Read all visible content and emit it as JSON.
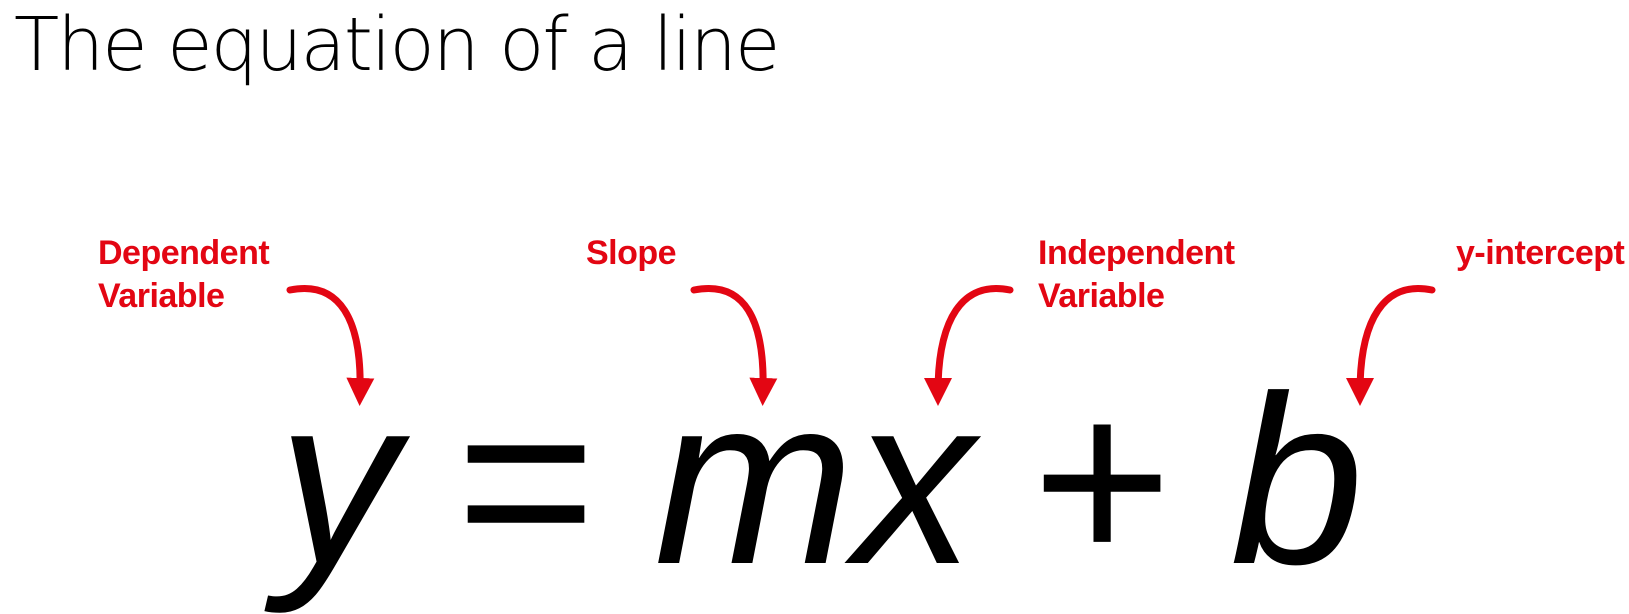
{
  "title": "The equation of a line",
  "accent_color": "#e30613",
  "labels": {
    "dependent": [
      "Dependent",
      "Variable"
    ],
    "slope": "Slope",
    "independent": [
      "Independent",
      "Variable"
    ],
    "intercept": "y-intercept"
  },
  "equation": {
    "y": "y",
    "equals": "=",
    "m": "m",
    "x": "x",
    "plus": "+",
    "b": "b"
  }
}
